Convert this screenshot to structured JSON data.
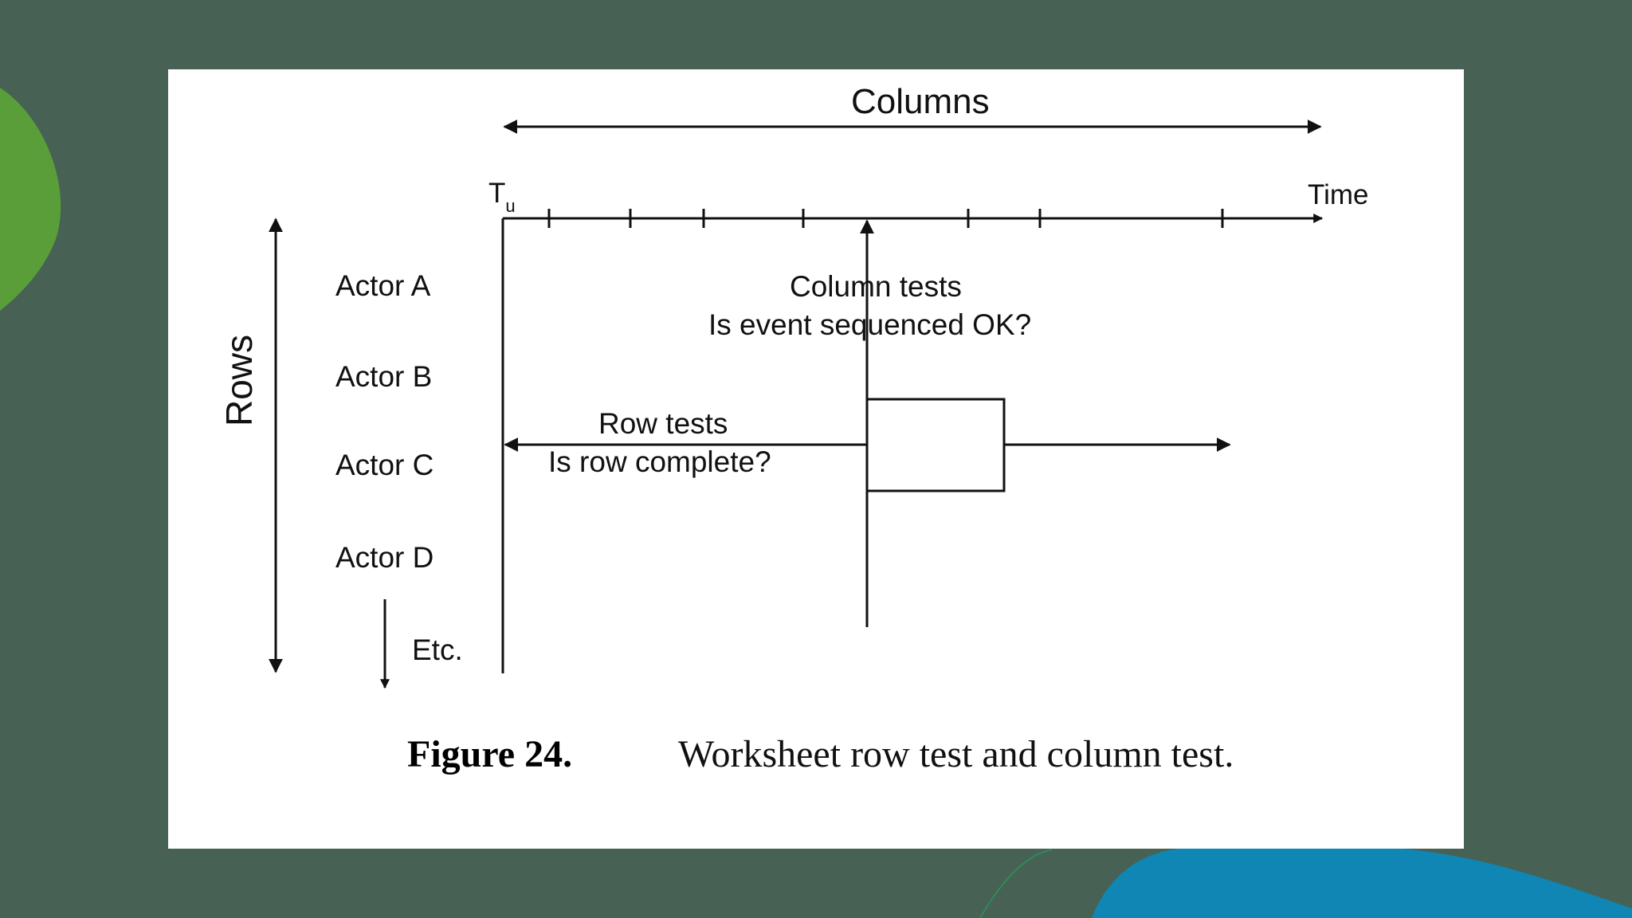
{
  "diagram": {
    "columns_label": "Columns",
    "rows_label": "Rows",
    "time_label": "Time",
    "origin_label": "T",
    "origin_sub": "u",
    "actors": [
      "Actor A",
      "Actor B",
      "Actor C",
      "Actor D"
    ],
    "etc_label": "Etc.",
    "column_tests": {
      "title": "Column tests",
      "question": "Is event sequenced OK?"
    },
    "row_tests": {
      "title": "Row tests",
      "question": "Is row complete?"
    }
  },
  "caption": {
    "number": "Figure 24.",
    "text": "Worksheet row test and column test."
  },
  "colors": {
    "background": "#476154",
    "card": "#ffffff",
    "accent_green": "#5a9e3a",
    "accent_blue": "#0f86b3"
  }
}
